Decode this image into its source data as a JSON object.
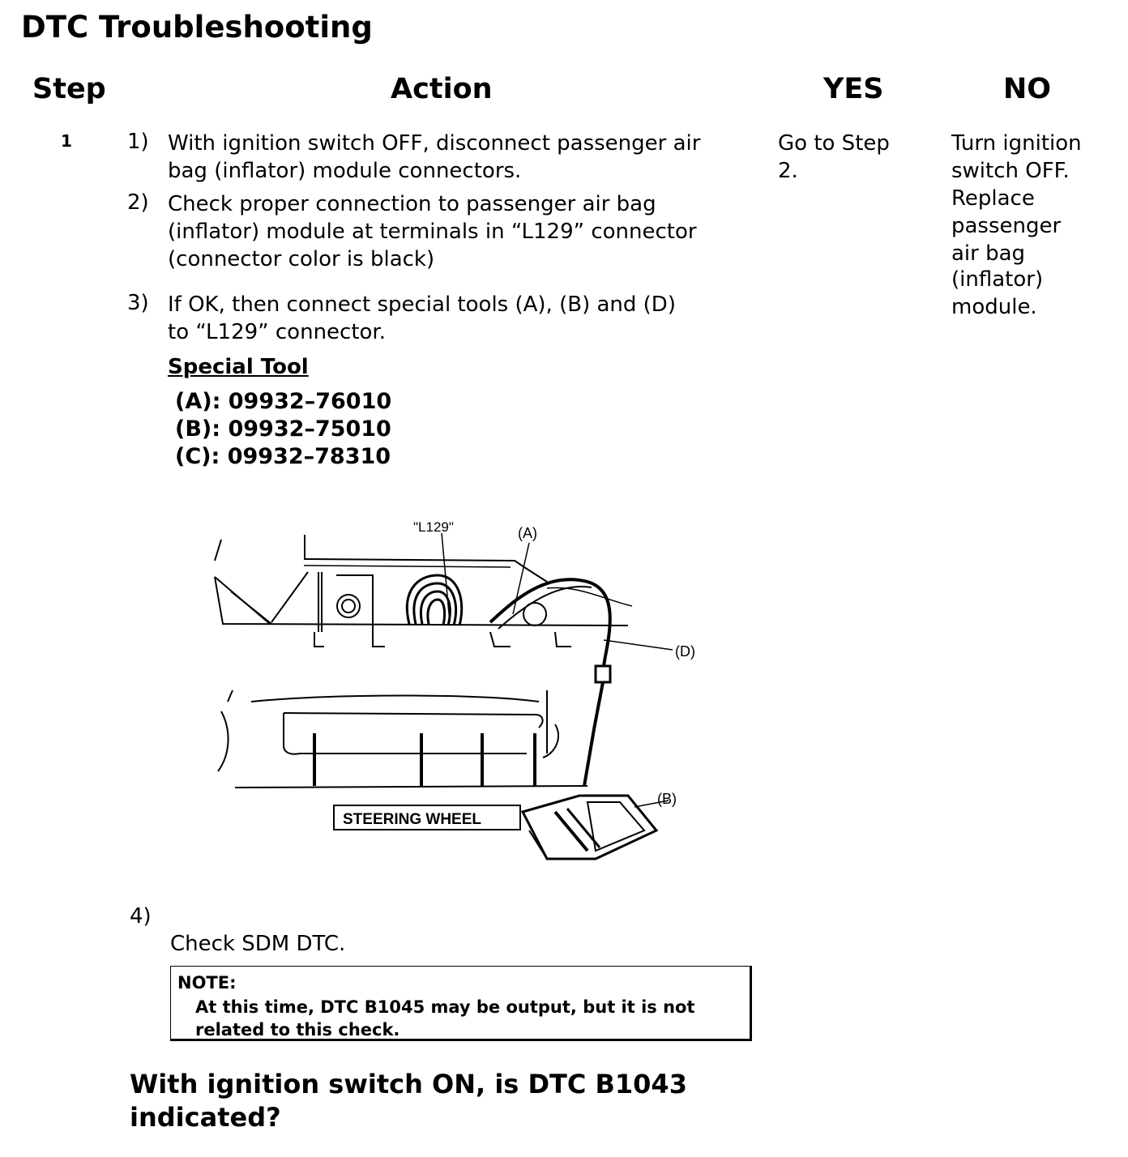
{
  "page_title": "DTC Troubleshooting",
  "columns": {
    "step": "Step",
    "action": "Action",
    "yes": "YES",
    "no": "NO"
  },
  "step_number": "1",
  "actions": {
    "item1_num": "1)",
    "item1_line1": "With ignition switch OFF, disconnect passenger air",
    "item1_line2": "bag (inflator) module connectors.",
    "item2_num": "2)",
    "item2_line1": "Check proper connection to passenger air bag",
    "item2_line2": "(inflator) module at terminals in “L129” connector",
    "item2_line3": "(connector color is black)",
    "item3_num": "3)",
    "item3_line1": "If OK, then connect special tools (A), (B) and (D)",
    "item3_line2": "to “L129” connector.",
    "special_tool_heading": "Special Tool",
    "tools": [
      "(A): 09932–76010",
      "(B): 09932–75010",
      "(C): 09932–78310"
    ],
    "item4_num": "4)",
    "item4_text": "Check SDM DTC."
  },
  "figure": {
    "label_l129": "\"L129\"",
    "label_a": "(A)",
    "label_b": "(B)",
    "label_d": "(D)",
    "label_steering": "STEERING WHEEL"
  },
  "note": {
    "title": "NOTE:",
    "line1": "At this time, DTC B1045 may be output, but it is not",
    "line2": "related to this check."
  },
  "question": "With ignition switch ON, is DTC B1043 indicated?",
  "yes_text": {
    "line1": "Go to Step",
    "line2": "2."
  },
  "no_text": [
    "Turn ignition",
    "switch OFF.",
    "Replace",
    "passenger",
    "air bag",
    "(inflator)",
    "module."
  ]
}
